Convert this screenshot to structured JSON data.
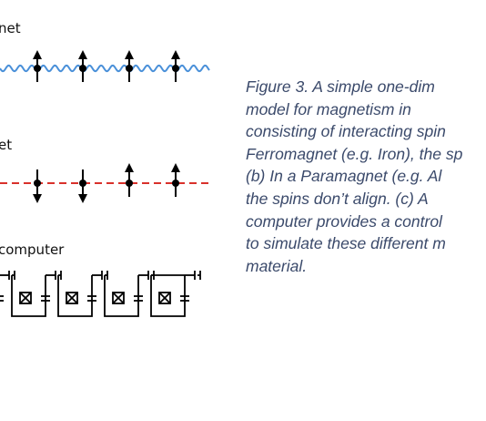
{
  "panels": {
    "a_label": "net",
    "b_label": "et",
    "c_label": "computer"
  },
  "caption": {
    "lines": [
      "Figure 3. A simple one-dim",
      "model for magnetism in",
      "consisting of interacting spin",
      "Ferromagnet (e.g. Iron), the sp",
      "(b) In a Paramagnet (e.g. Al",
      "the spins don’t align. (c) A",
      "computer provides a control",
      "to simulate these different m",
      "material."
    ]
  },
  "colors": {
    "wave": "#4a90d9",
    "dashed": "#d9312b",
    "caption": "#3b4a6b",
    "ink": "#000000"
  }
}
